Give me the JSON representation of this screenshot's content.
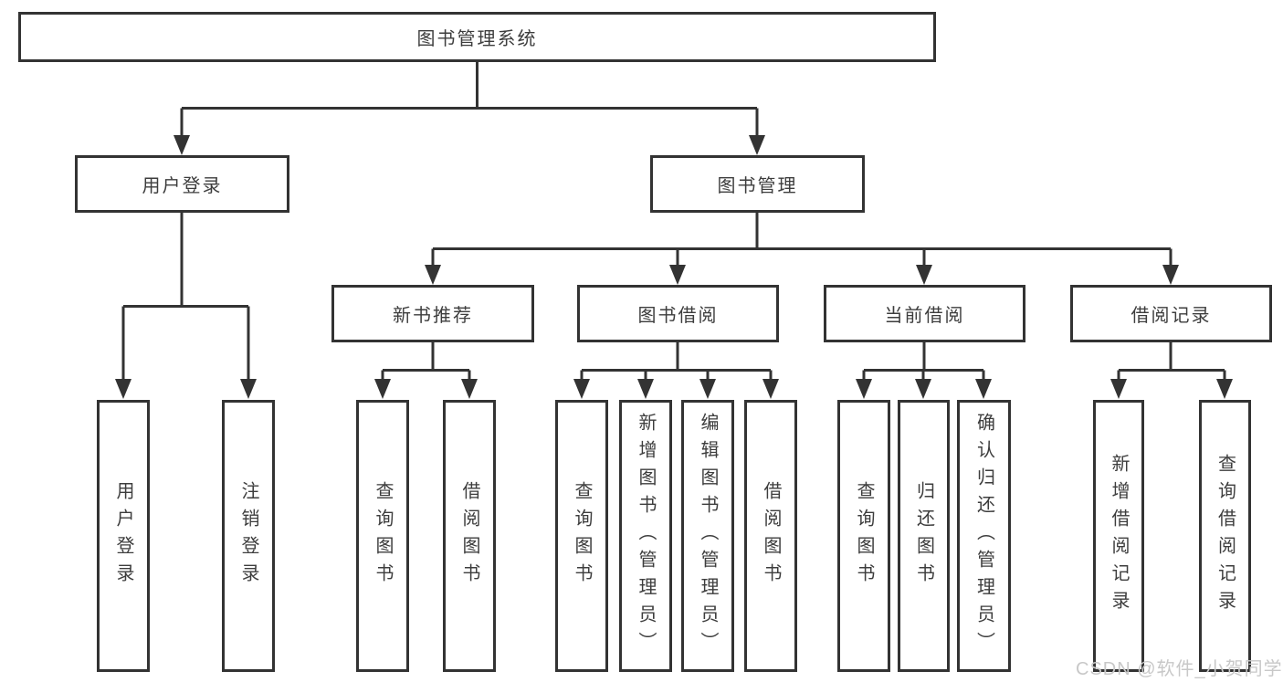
{
  "tree": {
    "root": {
      "label": "图书管理系统"
    },
    "children": [
      {
        "label": "用户登录",
        "children": [
          {
            "label": "用户登录"
          },
          {
            "label": "注销登录"
          }
        ]
      },
      {
        "label": "图书管理",
        "children": [
          {
            "label": "新书推荐",
            "children": [
              {
                "label": "查询图书"
              },
              {
                "label": "借阅图书"
              }
            ]
          },
          {
            "label": "图书借阅",
            "children": [
              {
                "label": "查询图书"
              },
              {
                "label": "新增图书（管理员）"
              },
              {
                "label": "编辑图书（管理员）"
              },
              {
                "label": "借阅图书"
              }
            ]
          },
          {
            "label": "当前借阅",
            "children": [
              {
                "label": "查询图书"
              },
              {
                "label": "归还图书"
              },
              {
                "label": "确认归还（管理员）"
              }
            ]
          },
          {
            "label": "借阅记录",
            "children": [
              {
                "label": "新增借阅记录"
              },
              {
                "label": "查询借阅记录"
              }
            ]
          }
        ]
      }
    ]
  },
  "watermark": {
    "text": "CSDN @软件_小贺同学"
  },
  "colors": {
    "line": "#333333",
    "text": "#3d3d3d",
    "box_background": "#ffffff",
    "watermark": "#c8c8c8"
  }
}
